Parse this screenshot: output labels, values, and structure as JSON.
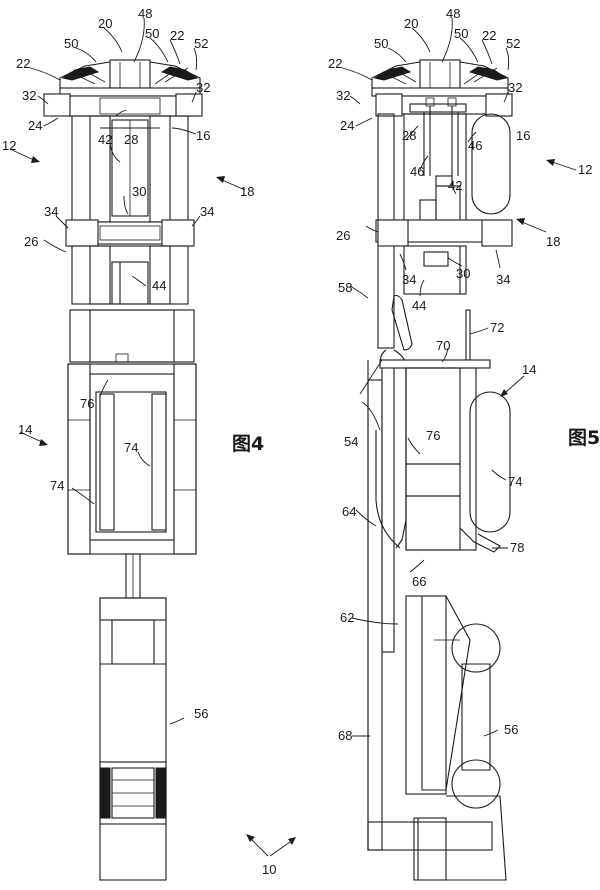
{
  "figures": [
    {
      "caption": "图4",
      "labels": {
        "l20": "20",
        "l48": "48",
        "l50a": "50",
        "l50b": "50",
        "l22a": "22",
        "l22b": "22",
        "l52": "52",
        "l32a": "32",
        "l32b": "32",
        "l24": "24",
        "l12": "12",
        "l16": "16",
        "l42": "42",
        "l28": "28",
        "l30": "30",
        "l18": "18",
        "l34a": "34",
        "l34b": "34",
        "l26": "26",
        "l44": "44",
        "l76": "76",
        "l14": "14",
        "l74a": "74",
        "l74b": "74",
        "l56": "56",
        "l10": "10"
      }
    },
    {
      "caption": "图5",
      "labels": {
        "l20": "20",
        "l48": "48",
        "l50a": "50",
        "l50b": "50",
        "l22a": "22",
        "l22b": "22",
        "l52": "52",
        "l32a": "32",
        "l32b": "32",
        "l24": "24",
        "l28": "28",
        "l46a": "46",
        "l46b": "46",
        "l16": "16",
        "l12": "12",
        "l42": "42",
        "l26": "26",
        "l18": "18",
        "l34a": "34",
        "l34b": "34",
        "l30": "30",
        "l44": "44",
        "l58": "58",
        "l72": "72",
        "l70": "70",
        "l14": "14",
        "l54": "54",
        "l76": "76",
        "l74": "74",
        "l64": "64",
        "l78": "78",
        "l66": "66",
        "l62": "62",
        "l68": "68",
        "l56": "56"
      }
    }
  ]
}
